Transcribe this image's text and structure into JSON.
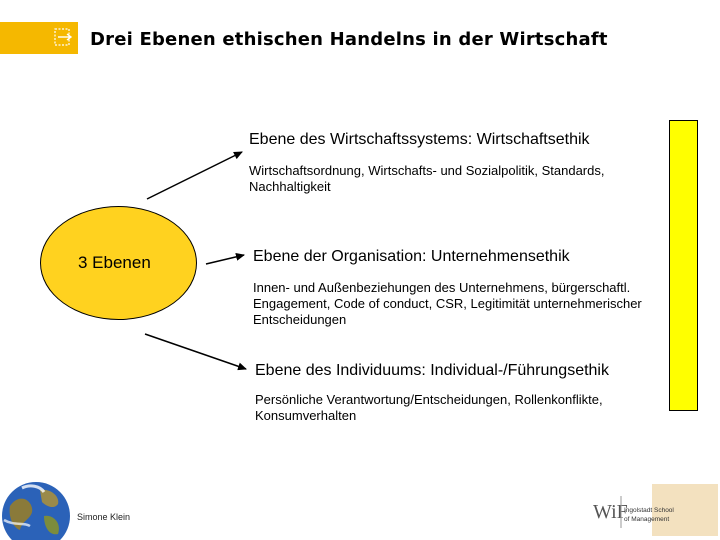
{
  "header": {
    "title": "Drei Ebenen ethischen Handelns in der Wirtschaft",
    "accent_color": "#f5b800",
    "icon": "document-arrow-icon"
  },
  "center": {
    "label": "3 Ebenen",
    "fill_color": "#ffd21f"
  },
  "levels": [
    {
      "title": "Ebene des Wirtschaftssystems: Wirtschaftsethik",
      "description": "Wirtschaftsordnung, Wirtschafts- und Sozialpolitik, Standards, Nachhaltigkeit"
    },
    {
      "title": "Ebene der Organisation: Unternehmensethik",
      "description": "Innen- und Außenbeziehungen des Unternehmens, bürgerschaftl. Engagement, Code of conduct, CSR, Legitimität unternehmerischer Entscheidungen"
    },
    {
      "title": "Ebene des Individuums: Individual-/Führungsethik",
      "description": "Persönliche Verantwortung/Entscheidungen, Rollenkonflikte, Konsumverhalten"
    }
  ],
  "side_bar_color": "#ffff00",
  "footer": {
    "author": "Simone Klein",
    "logo_mark": "WiF",
    "logo_text_1": "Ingolstadt School",
    "logo_text_2": "of Management"
  }
}
